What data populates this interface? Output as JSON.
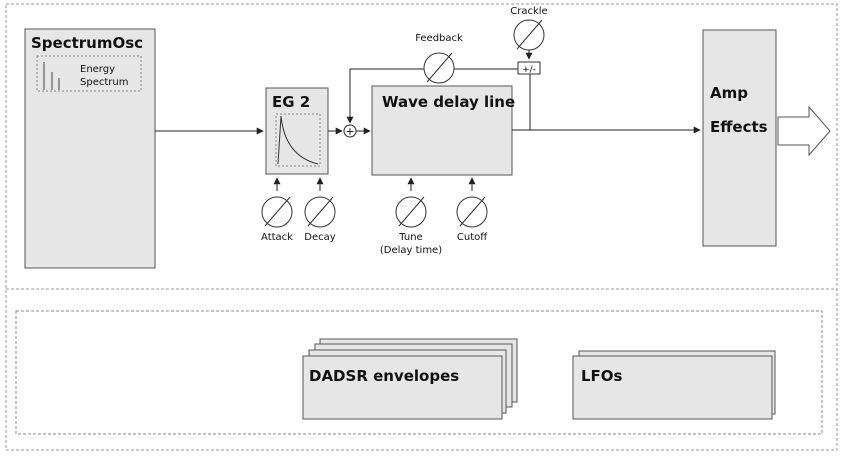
{
  "oscillator": {
    "title": "SpectrumOsc",
    "spectrum_line1": "Energy",
    "spectrum_line2": "Spectrum"
  },
  "envelope_generator": {
    "title": "EG 2",
    "knobs": [
      "Attack",
      "Decay"
    ]
  },
  "delay_line": {
    "title": "Wave delay line",
    "tune_label": "Tune",
    "tune_sublabel": "(Delay time)",
    "cutoff_label": "Cutoff"
  },
  "feedback": {
    "label": "Feedback"
  },
  "crackle": {
    "label": "Crackle",
    "mix_symbol": "+/-"
  },
  "sum_symbol": "+",
  "output": {
    "amp_label": "Amp",
    "effects_label": "Effects"
  },
  "modulators": {
    "envelopes_label": "DADSR envelopes",
    "lfos_label": "LFOs"
  },
  "colors": {
    "block_fill": "#e6e6e6",
    "block_stroke": "#555555",
    "line": "#222222",
    "dash": "#888888"
  }
}
